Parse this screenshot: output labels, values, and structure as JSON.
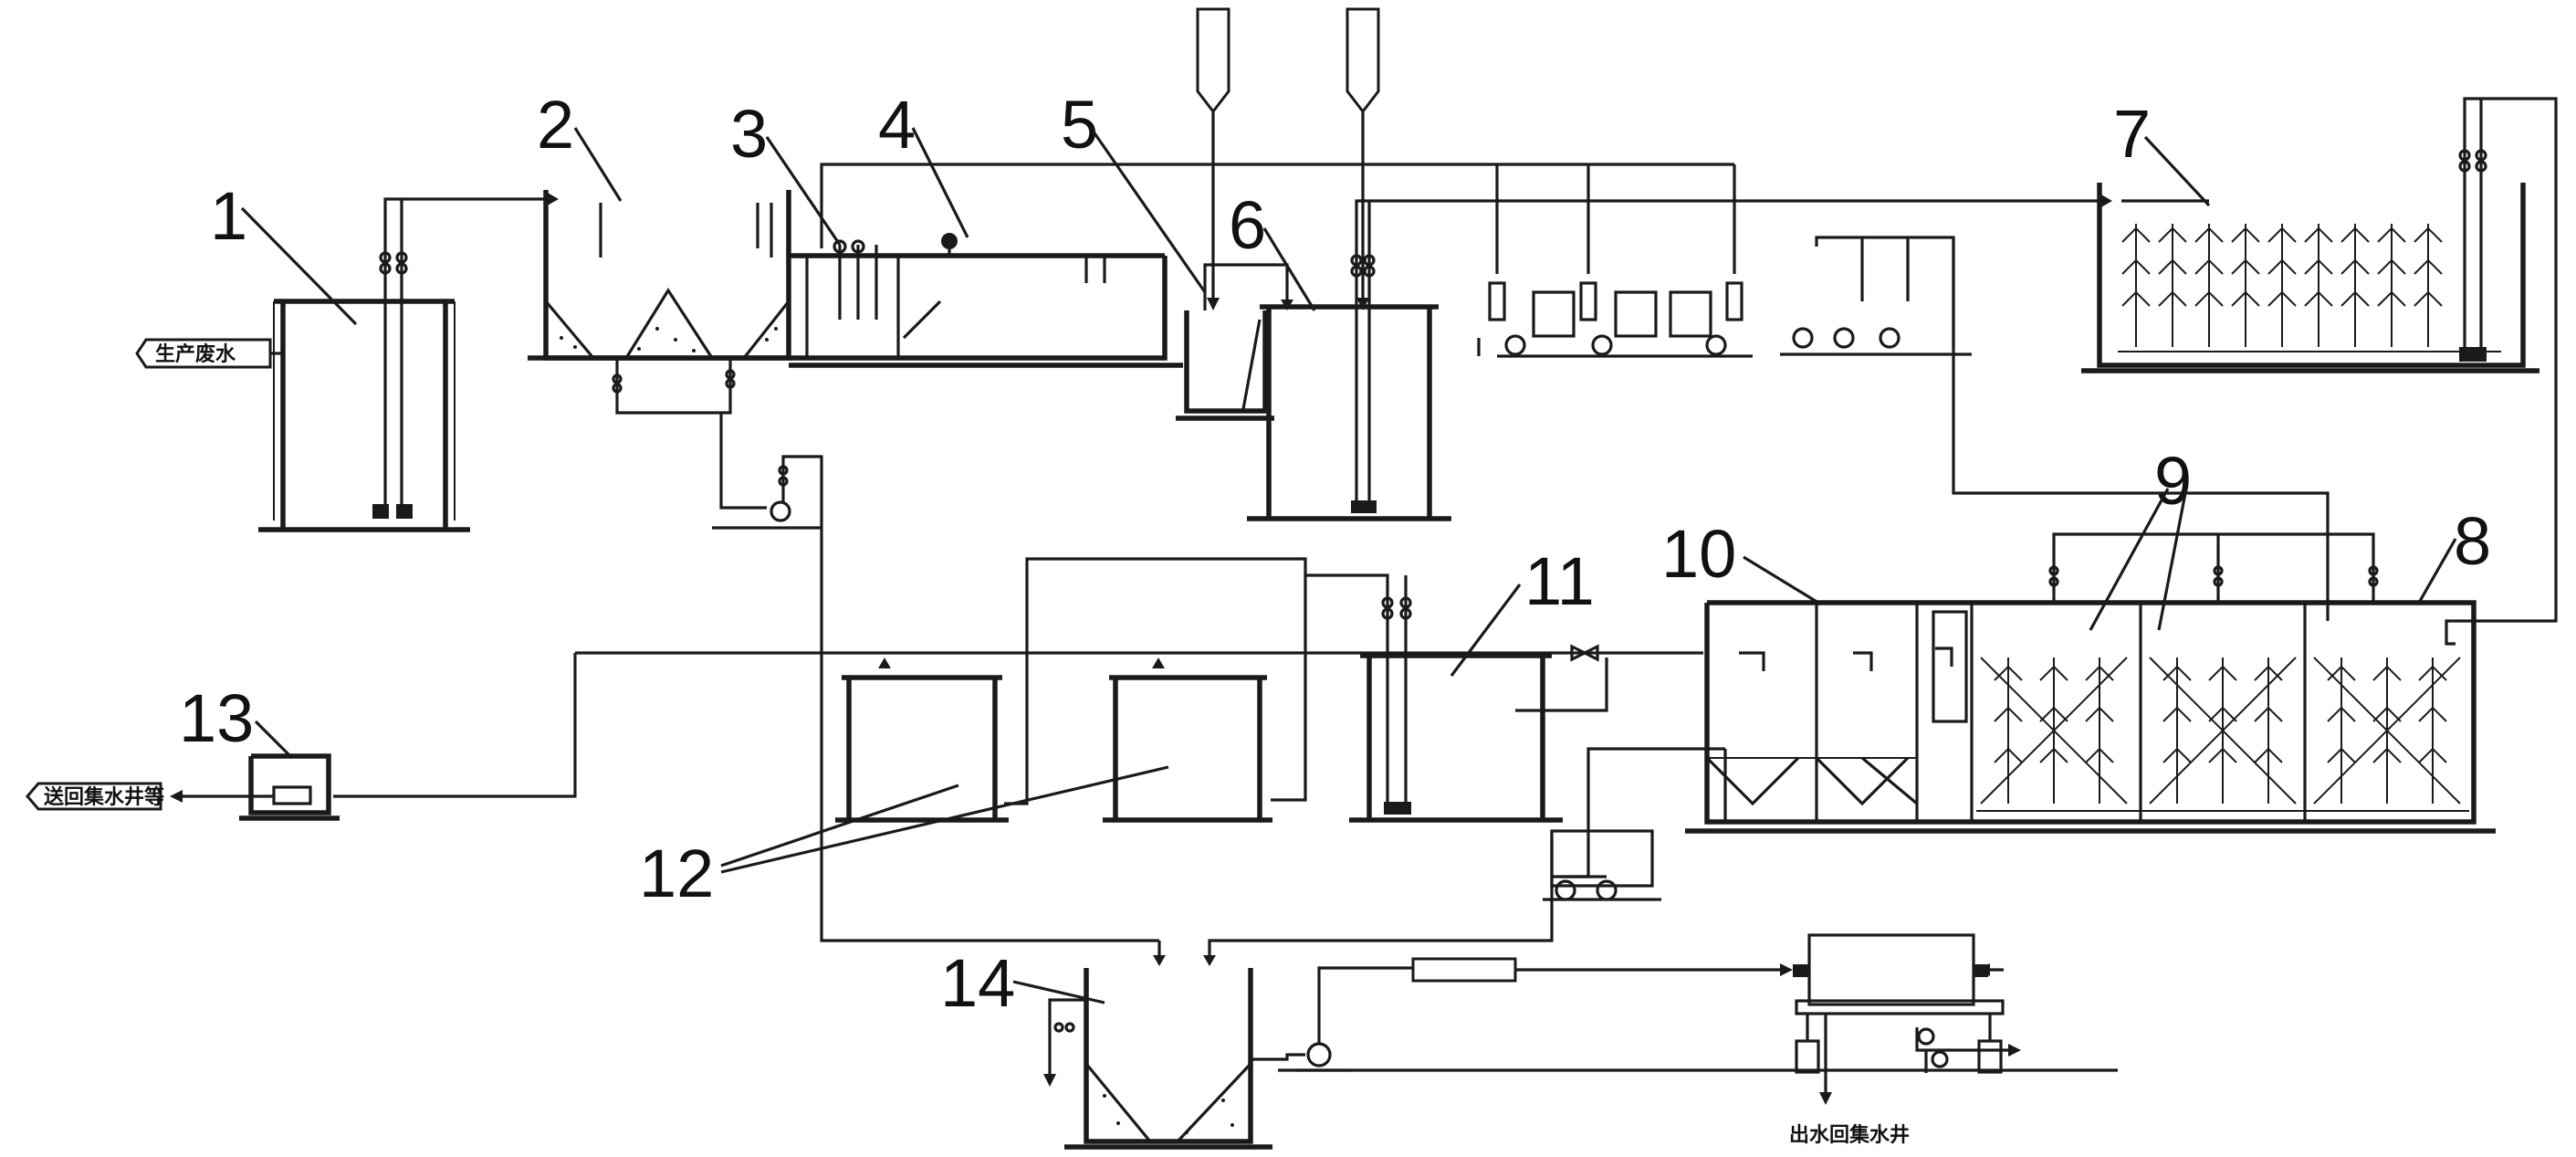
{
  "labels": [
    "1",
    "2",
    "3",
    "4",
    "5",
    "6",
    "7",
    "8",
    "9",
    "10",
    "11",
    "12",
    "13",
    "14"
  ],
  "inlet_text": "生产废水",
  "reagent_1_text": "",
  "reagent_2_text": "",
  "outlet_text": "送回集水井等",
  "filter_feed_text": "",
  "filtrate_text": "出水回集水井",
  "line_color": "#1a1a1a"
}
